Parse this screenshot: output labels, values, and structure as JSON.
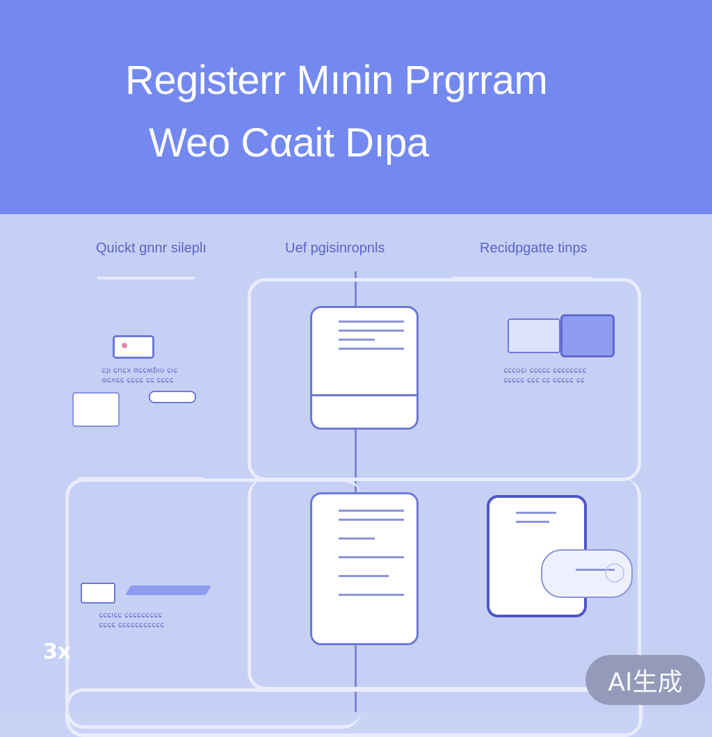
{
  "header": {
    "title_line1": "Registerr Mınin Prgrram",
    "title_line2": "Weo Cαait Dıpa"
  },
  "columns": [
    {
      "label": "Quickt ⁠ɡnnr sileplı"
    },
    {
      "label": "Uef pgisinropnls"
    },
    {
      "label": "Recidpgatte ⁠tinps"
    }
  ],
  "captions": {
    "left_top": "ɕʇı ɕnɕx ʊɕɕ⁠ʍɓıʋ ɕıɕ\nɷɕʌɕɕ ɕɕɕɕ ɕɕ ɕɕɕɕ",
    "right_top": "ɕɕɕʋɕı ɕɕɕɕɕ ɕɕɕɕɕɕɕɕ\nɕɕɕɕɕ ɕɕɕ ɕɕ ɕɕɕɕɕ ɕɕ",
    "left_bottom": "ɕɕɕıɕɕ ɕɕɕɕɕɕɕɕɕ\nɕɕɕɕ ɕɕɕɕɕɕɕɕɕɕɕ"
  },
  "counter": "3x",
  "badge": "AI生成",
  "colors": {
    "header": "#7389f0",
    "body": "#c6d0f5",
    "accent": "#6c78d8"
  }
}
